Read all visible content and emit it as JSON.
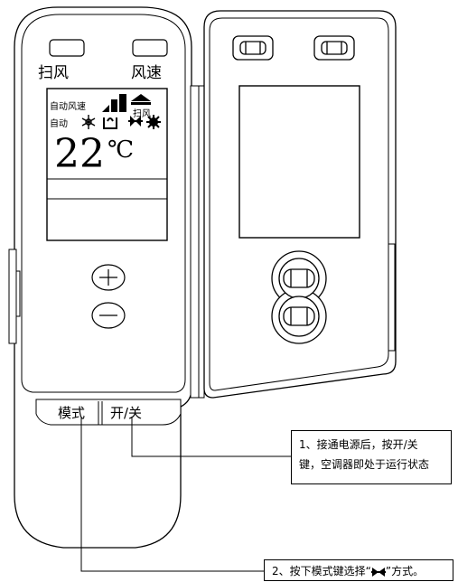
{
  "remote": {
    "buttons": {
      "swing": "扫风",
      "fan_speed": "风速",
      "mode": "模式",
      "power": "开/关"
    },
    "lcd": {
      "auto_fan": "自动风速",
      "swing_indicator": "扫风",
      "auto_mode": "自动",
      "temperature": "22",
      "unit": "℃",
      "mode_icons": [
        "snowflake-icon",
        "dehumidify-icon",
        "fan-icon",
        "sun-icon"
      ]
    }
  },
  "callouts": {
    "power": {
      "line1": "1、接通电源后，按开/关",
      "line2": "键，空调器即处于运行状态"
    },
    "mode": {
      "before": "2、按下模式键选择“",
      "after": "”方式。",
      "icon": "fan-icon"
    }
  }
}
